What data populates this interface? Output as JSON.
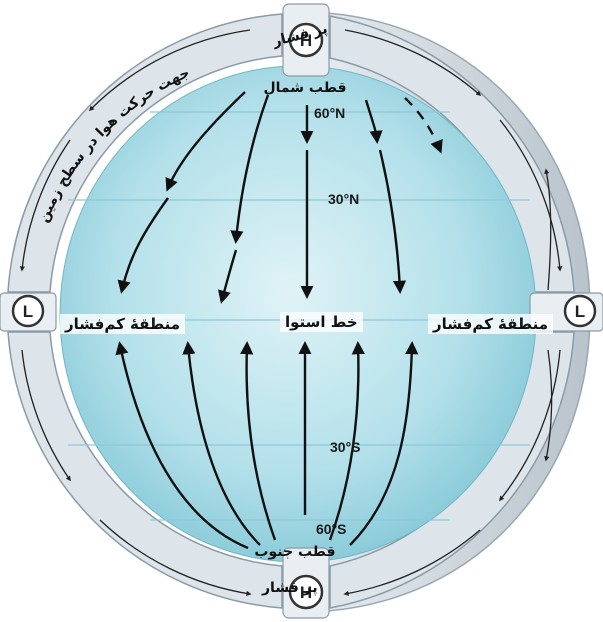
{
  "diagram": {
    "pole_north_label": "قطب شمال",
    "pole_south_label": "قطب جنوب",
    "equator_label": "خط استوا",
    "low_pressure_left": "منطقهٔ کم‌فشار",
    "low_pressure_right": "منطقهٔ کم‌فشار",
    "high_pressure_top": "پر فشار",
    "high_pressure_bottom": "پر فشار",
    "wind_direction_label": "جهت حرکت هوا در سطح زمین",
    "latitudes": [
      "60°N",
      "30°N",
      "30°S",
      "60°S"
    ],
    "badges": {
      "high_top": "H",
      "high_bottom": "H",
      "low_left": "L",
      "low_right": "L"
    },
    "colors": {
      "globe_center": "#d4eef2",
      "globe_edge": "#7cc4d3",
      "ring": "#dde4ea",
      "ring_stroke": "#8a9aa6",
      "arrow": "#111111",
      "latitude_line": "#8fc7d8"
    }
  }
}
